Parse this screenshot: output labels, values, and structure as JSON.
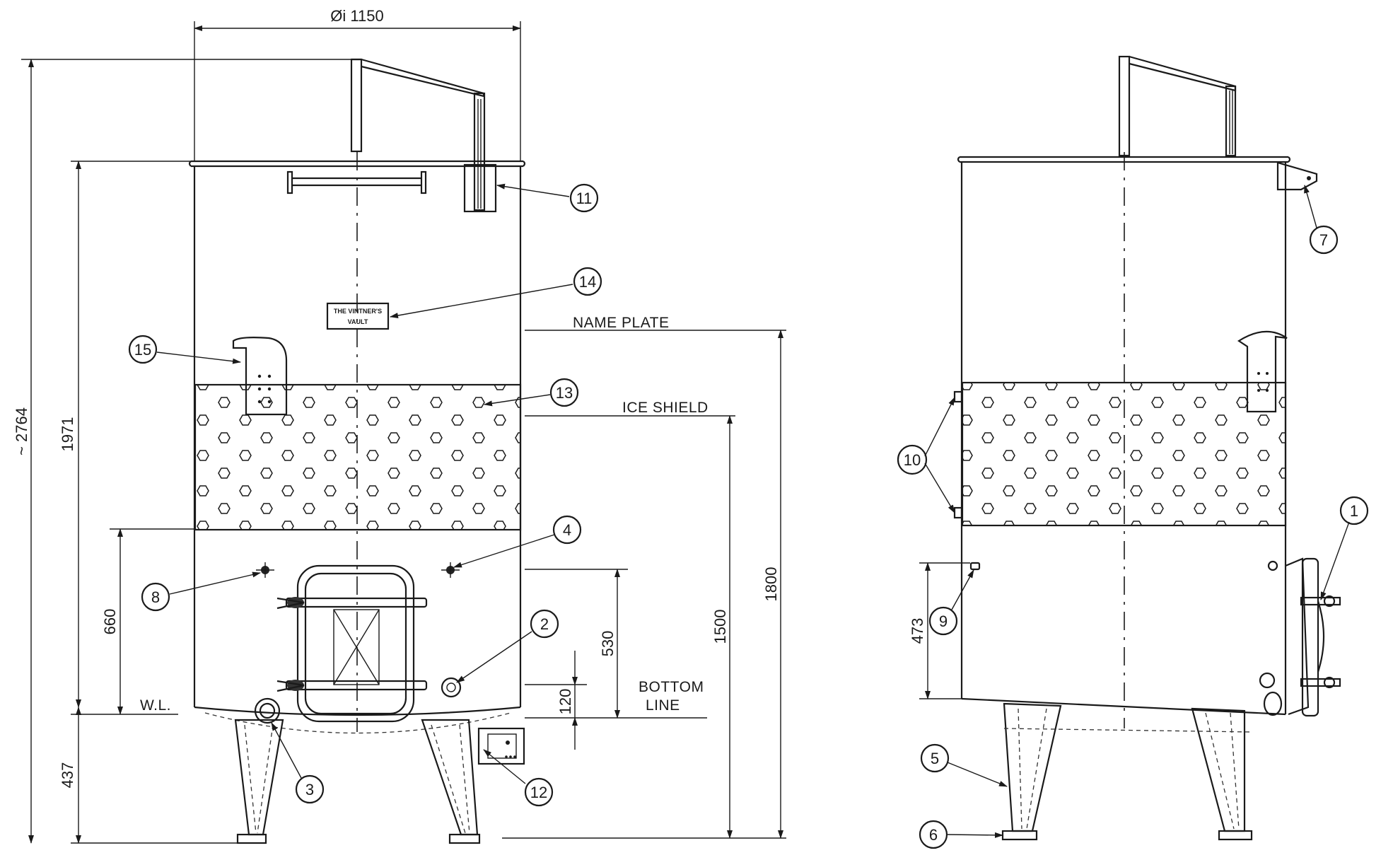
{
  "diagram": {
    "dimensions": {
      "inner_diameter": "Øi 1150",
      "overall_height": "~ 2764",
      "shell_height": "1971",
      "leg_height": "437",
      "front_660": "660",
      "front_530": "530",
      "front_120": "120",
      "front_1500": "1500",
      "front_1800": "1800",
      "side_473": "473"
    },
    "labels": {
      "name_plate": "NAME  PLATE",
      "ice_shield": "ICE  SHIELD",
      "bottom": "BOTTOM",
      "line": "LINE",
      "wl": "W.L.",
      "plate_line1": "THE VINTNER'S",
      "plate_line2": "VAULT"
    },
    "callouts": [
      "1",
      "2",
      "3",
      "4",
      "5",
      "6",
      "7",
      "8",
      "9",
      "10",
      "11",
      "12",
      "13",
      "14",
      "15"
    ]
  }
}
